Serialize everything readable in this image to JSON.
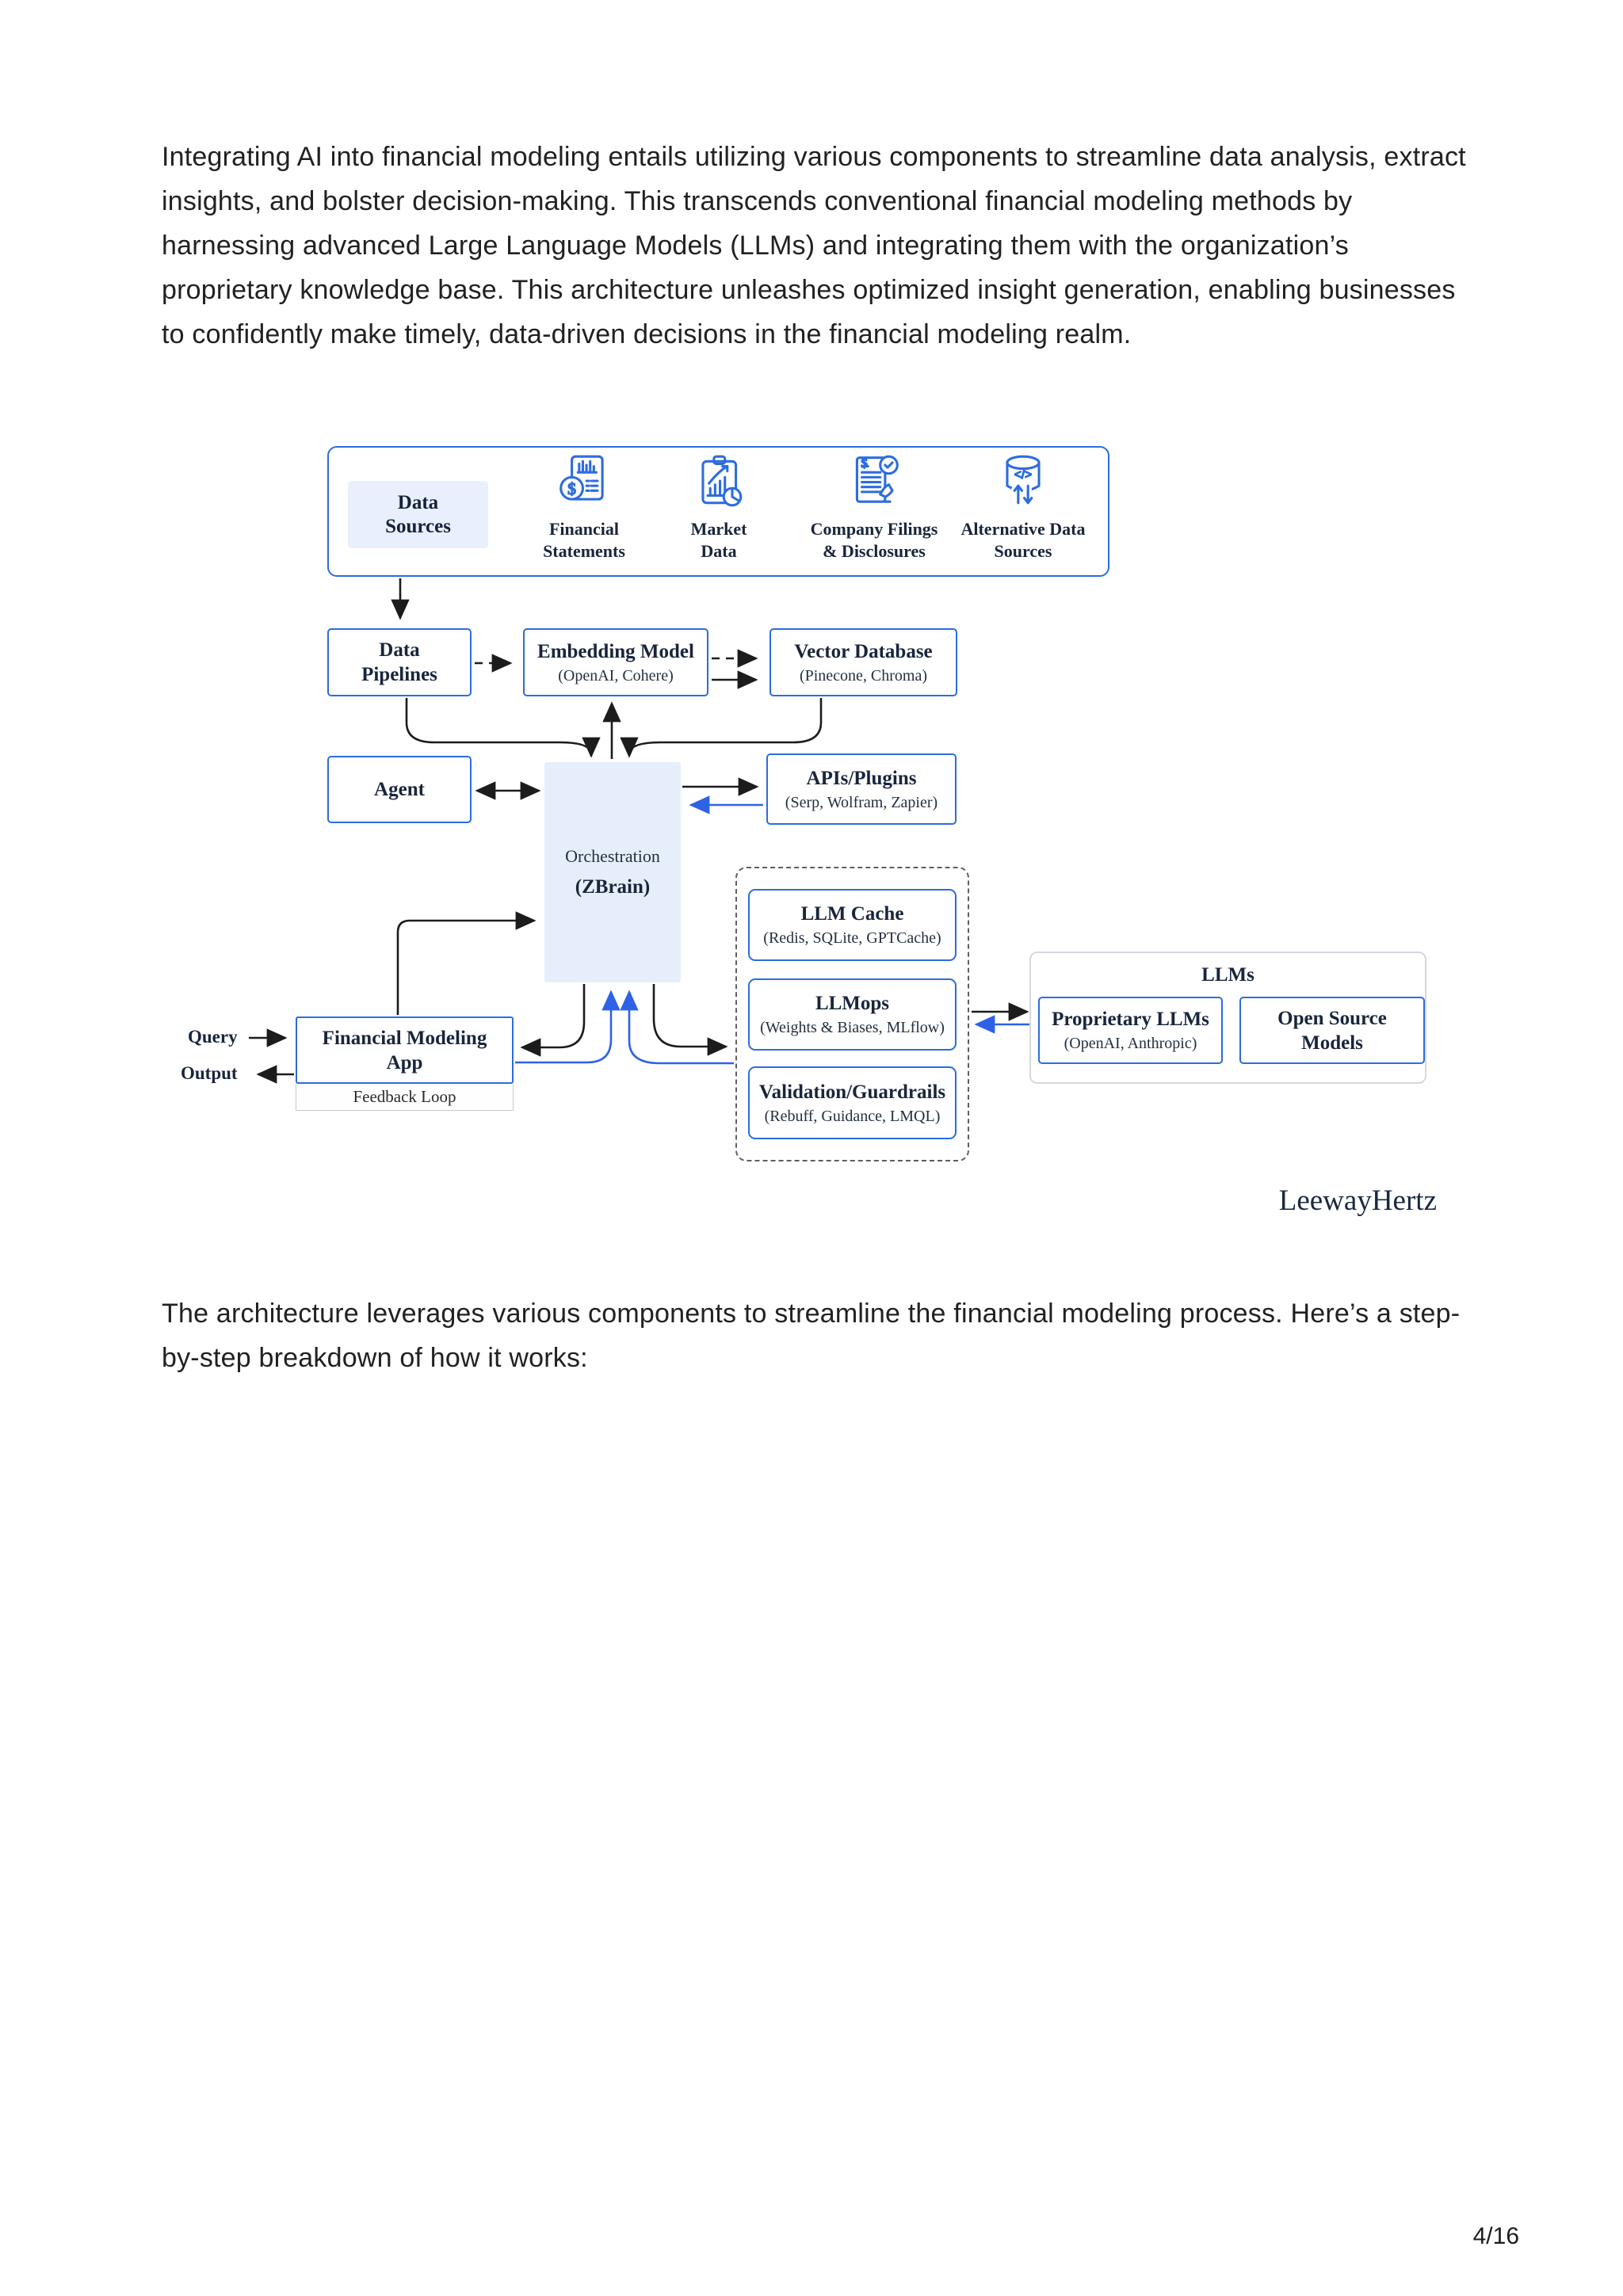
{
  "page": {
    "intro_paragraph": "Integrating AI into financial modeling entails utilizing various components to streamline data analysis, extract insights, and bolster decision-making. This transcends conventional financial modeling methods by harnessing advanced Large Language Models (LLMs) and integrating them with the organization’s proprietary knowledge base. This architecture unleashes optimized insight generation, enabling businesses to confidently make timely, data-driven decisions in the financial modeling realm.",
    "outro_paragraph": "The architecture leverages various components to streamline the financial modeling process. Here’s a step-by-step breakdown of how it works:",
    "brand": "LeewayHertz",
    "page_number": "4/16"
  },
  "diagram": {
    "data_sources": {
      "label_line1": "Data",
      "label_line2": "Sources",
      "items": [
        {
          "icon": "financial-statements-icon",
          "line1": "Financial",
          "line2": "Statements"
        },
        {
          "icon": "market-data-icon",
          "line1": "Market",
          "line2": "Data"
        },
        {
          "icon": "company-filings-icon",
          "line1": "Company Filings",
          "line2": "& Disclosures"
        },
        {
          "icon": "alternative-data-icon",
          "line1": "Alternative Data",
          "line2": "Sources"
        }
      ]
    },
    "boxes": {
      "data_pipelines": {
        "line1": "Data",
        "line2": "Pipelines"
      },
      "embedding_model": {
        "title": "Embedding Model",
        "subtitle": "(OpenAI, Cohere)"
      },
      "vector_database": {
        "title": "Vector Database",
        "subtitle": "(Pinecone, Chroma)"
      },
      "agent": {
        "title": "Agent"
      },
      "orchestration": {
        "line1": "Orchestration",
        "line2": "(ZBrain)"
      },
      "apis_plugins": {
        "title": "APIs/Plugins",
        "subtitle": "(Serp, Wolfram, Zapier)"
      },
      "llm_cache": {
        "title": "LLM Cache",
        "subtitle": "(Redis, SQLite, GPTCache)"
      },
      "llmops": {
        "title": "LLMops",
        "subtitle": "(Weights & Biases, MLflow)"
      },
      "validation_guardrails": {
        "title": "Validation/Guardrails",
        "subtitle": "(Rebuff, Guidance, LMQL)"
      },
      "llms_group": {
        "title": "LLMs"
      },
      "proprietary_llms": {
        "title": "Proprietary LLMs",
        "subtitle": "(OpenAI, Anthropic)"
      },
      "open_source_models": {
        "line1": "Open Source",
        "line2": "Models"
      },
      "financial_modeling_app": {
        "line1": "Financial Modeling",
        "line2": "App",
        "footer": "Feedback Loop"
      }
    },
    "labels": {
      "query": "Query",
      "output": "Output"
    },
    "colors": {
      "box_border": "#2c6ce0",
      "arrow_black": "#1c1c1c",
      "arrow_blue": "#2e62e6",
      "orchestration_fill": "#e7eefb",
      "data_sources_label_fill": "#e9effc"
    }
  }
}
